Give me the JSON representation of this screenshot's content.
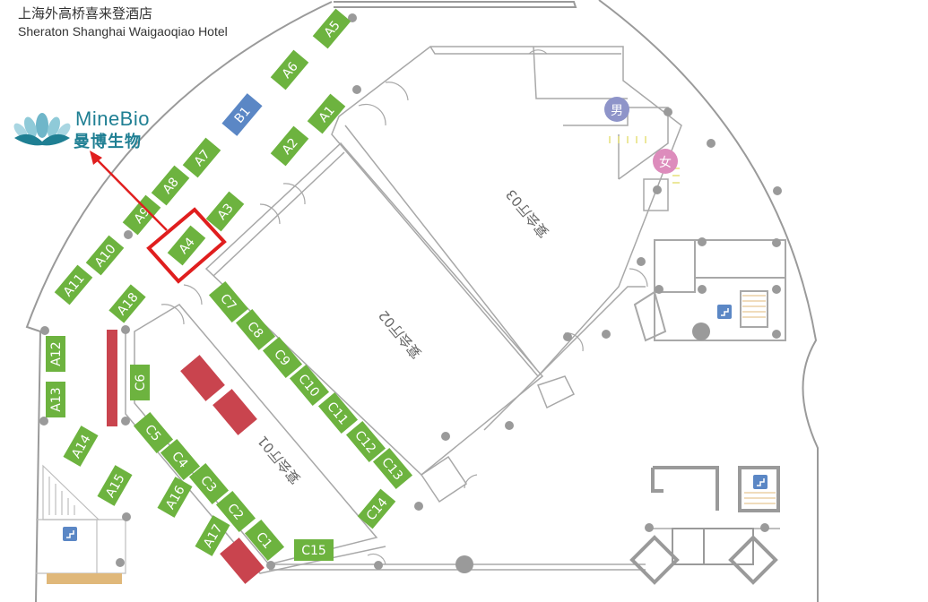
{
  "header": {
    "title_cn": "上海外高桥喜来登酒店",
    "title_en": "Sheraton Shanghai Waigaoqiao Hotel"
  },
  "logo": {
    "name_en": "MineBio",
    "name_cn": "曼博生物"
  },
  "highlight": {
    "booth": "A4",
    "color": "#e01e1e"
  },
  "colors": {
    "booth_green": "#6db33f",
    "booth_blue": "#5b87c5",
    "red_block": "#c9444e",
    "wall": "#9a9a9a",
    "column": "#9a9a9a",
    "male_badge": "#8e94c9",
    "female_badge": "#dd8cbc",
    "stair_icon": "#5b87c5",
    "bench": "#e0b87a"
  },
  "icons": {
    "male_restroom": "男",
    "female_restroom": "女",
    "elevator": "elevator-icon"
  },
  "halls": [
    {
      "id": "hall-01",
      "label": "宴会厅01"
    },
    {
      "id": "hall-02",
      "label": "宴会厅02"
    },
    {
      "id": "hall-03",
      "label": "宴会厅03"
    }
  ],
  "booths": [
    {
      "id": "A5",
      "type": "green"
    },
    {
      "id": "A6",
      "type": "green"
    },
    {
      "id": "B1",
      "type": "blue"
    },
    {
      "id": "A1",
      "type": "green"
    },
    {
      "id": "A7",
      "type": "green"
    },
    {
      "id": "A2",
      "type": "green"
    },
    {
      "id": "A8",
      "type": "green"
    },
    {
      "id": "A9",
      "type": "green"
    },
    {
      "id": "A3",
      "type": "green"
    },
    {
      "id": "A4",
      "type": "green"
    },
    {
      "id": "A10",
      "type": "green"
    },
    {
      "id": "A11",
      "type": "green"
    },
    {
      "id": "A18",
      "type": "green"
    },
    {
      "id": "C7",
      "type": "green"
    },
    {
      "id": "C8",
      "type": "green"
    },
    {
      "id": "C9",
      "type": "green"
    },
    {
      "id": "C10",
      "type": "green"
    },
    {
      "id": "C11",
      "type": "green"
    },
    {
      "id": "C12",
      "type": "green"
    },
    {
      "id": "C13",
      "type": "green"
    },
    {
      "id": "A12",
      "type": "green"
    },
    {
      "id": "C6",
      "type": "green"
    },
    {
      "id": "A13",
      "type": "green"
    },
    {
      "id": "C5",
      "type": "green"
    },
    {
      "id": "C4",
      "type": "green"
    },
    {
      "id": "C3",
      "type": "green"
    },
    {
      "id": "C2",
      "type": "green"
    },
    {
      "id": "C1",
      "type": "green"
    },
    {
      "id": "A14",
      "type": "green"
    },
    {
      "id": "A15",
      "type": "green"
    },
    {
      "id": "A16",
      "type": "green"
    },
    {
      "id": "A17",
      "type": "green"
    },
    {
      "id": "C14",
      "type": "green"
    },
    {
      "id": "C15",
      "type": "green"
    }
  ]
}
